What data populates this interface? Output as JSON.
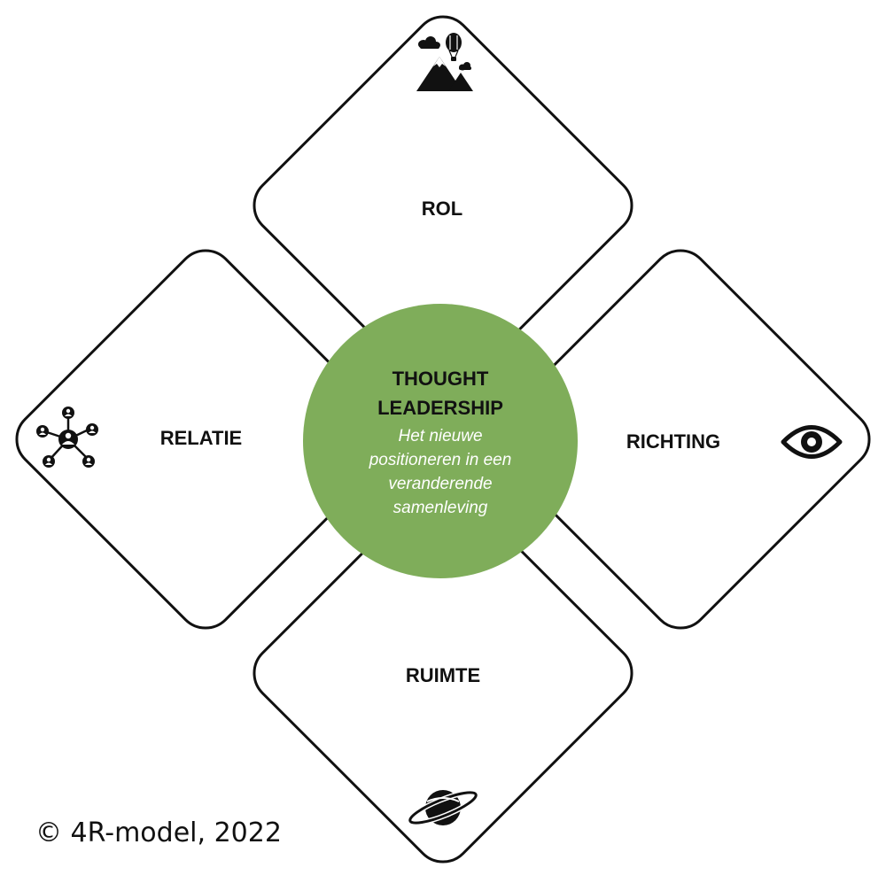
{
  "center": {
    "title_line1": "THOUGHT",
    "title_line2": "LEADERSHIP",
    "subtitle_lines": [
      "Het nieuwe",
      "positioneren in een",
      "veranderende",
      "samenleving"
    ],
    "fill_color": "#7fad5a"
  },
  "quadrants": {
    "top": {
      "label": "ROL",
      "icon": "mountain-balloon-icon"
    },
    "left": {
      "label": "RELATIE",
      "icon": "network-people-icon"
    },
    "right": {
      "label": "RICHTING",
      "icon": "eye-icon"
    },
    "bottom": {
      "label": "RUIMTE",
      "icon": "planet-icon"
    }
  },
  "copyright": "© 4R-model, 2022"
}
